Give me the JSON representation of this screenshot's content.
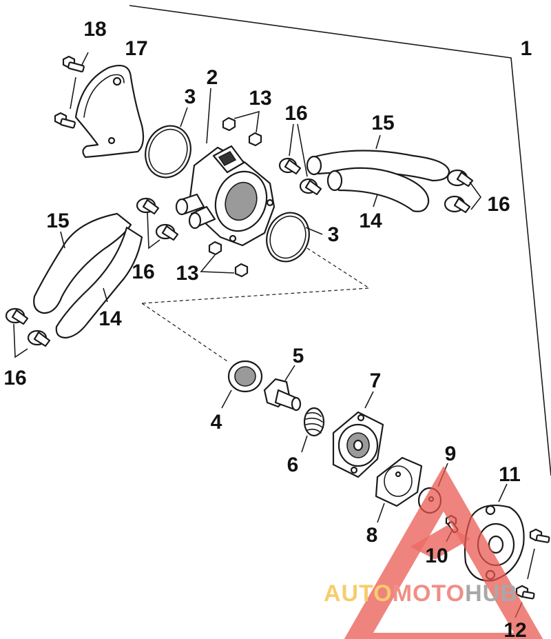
{
  "callouts": {
    "c1": "1",
    "c2": "2",
    "c3a": "3",
    "c3b": "3",
    "c4": "4",
    "c5": "5",
    "c6": "6",
    "c7": "7",
    "c8": "8",
    "c9": "9",
    "c10": "10",
    "c11": "11",
    "c12": "12",
    "c13a": "13",
    "c13b": "13",
    "c14a": "14",
    "c14b": "14",
    "c15a": "15",
    "c15b": "15",
    "c16a": "16",
    "c16b": "16",
    "c16c": "16",
    "c16d": "16",
    "c17": "17",
    "c18": "18"
  },
  "watermark": {
    "part1": "AUTO",
    "part2": "MOTO",
    "part3": "HUB",
    "colors": {
      "auto": "#f6c453",
      "moto": "#ef7b72",
      "hub": "#9a9a9a",
      "triangle": "#e8554b"
    }
  }
}
